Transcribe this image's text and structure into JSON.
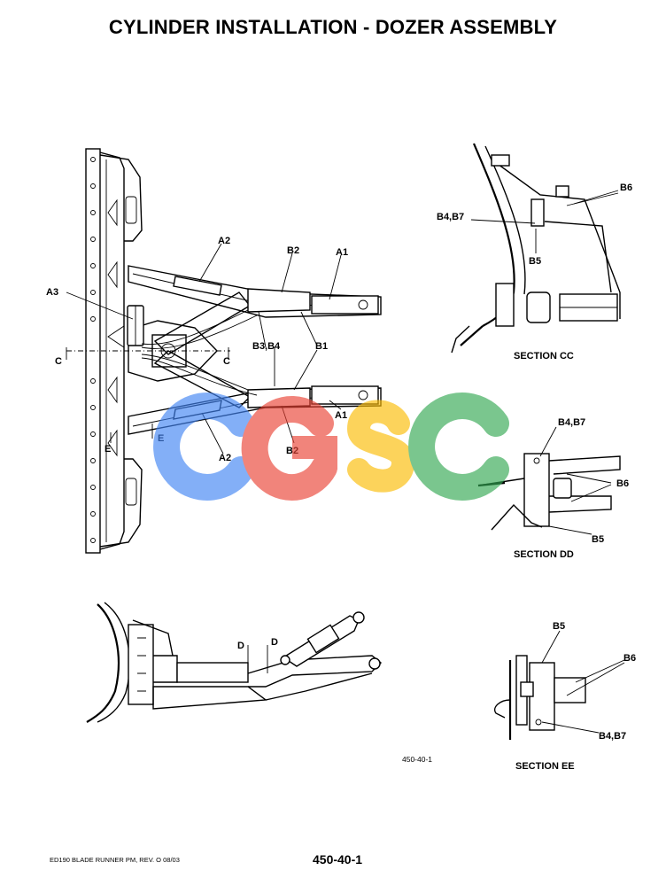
{
  "title": "CYLINDER INSTALLATION - DOZER ASSEMBLY",
  "labels": {
    "a1_top": "A1",
    "a1_bottom": "A1",
    "a2_top": "A2",
    "a2_bottom": "A2",
    "a3": "A3",
    "b1": "B1",
    "b2_top": "B2",
    "b2_bottom": "B2",
    "b3_b4": "B3,B4",
    "c_left": "C",
    "c_right": "C",
    "e_upper": "E",
    "e_lower": "E",
    "d_left": "D",
    "d_right": "D",
    "cc_b6": "B6",
    "cc_b4b7": "B4,B7",
    "cc_b5": "B5",
    "dd_b4b7": "B4,B7",
    "dd_b6": "B6",
    "dd_b5": "B5",
    "ee_b5": "B5",
    "ee_b6": "B6",
    "ee_b4b7": "B4,B7"
  },
  "sections": {
    "cc": "SECTION CC",
    "dd": "SECTION DD",
    "ee": "SECTION EE"
  },
  "figure_number": "450-40-1",
  "watermark": {
    "letters": [
      "C",
      "G",
      "S",
      "C"
    ],
    "colors": [
      "#4285f4",
      "#ea4335",
      "#fbbc05",
      "#34a853"
    ]
  },
  "footer": {
    "doc": "ED190 BLADE RUNNER PM, REV. O 08/03",
    "page": "450-40-1"
  }
}
